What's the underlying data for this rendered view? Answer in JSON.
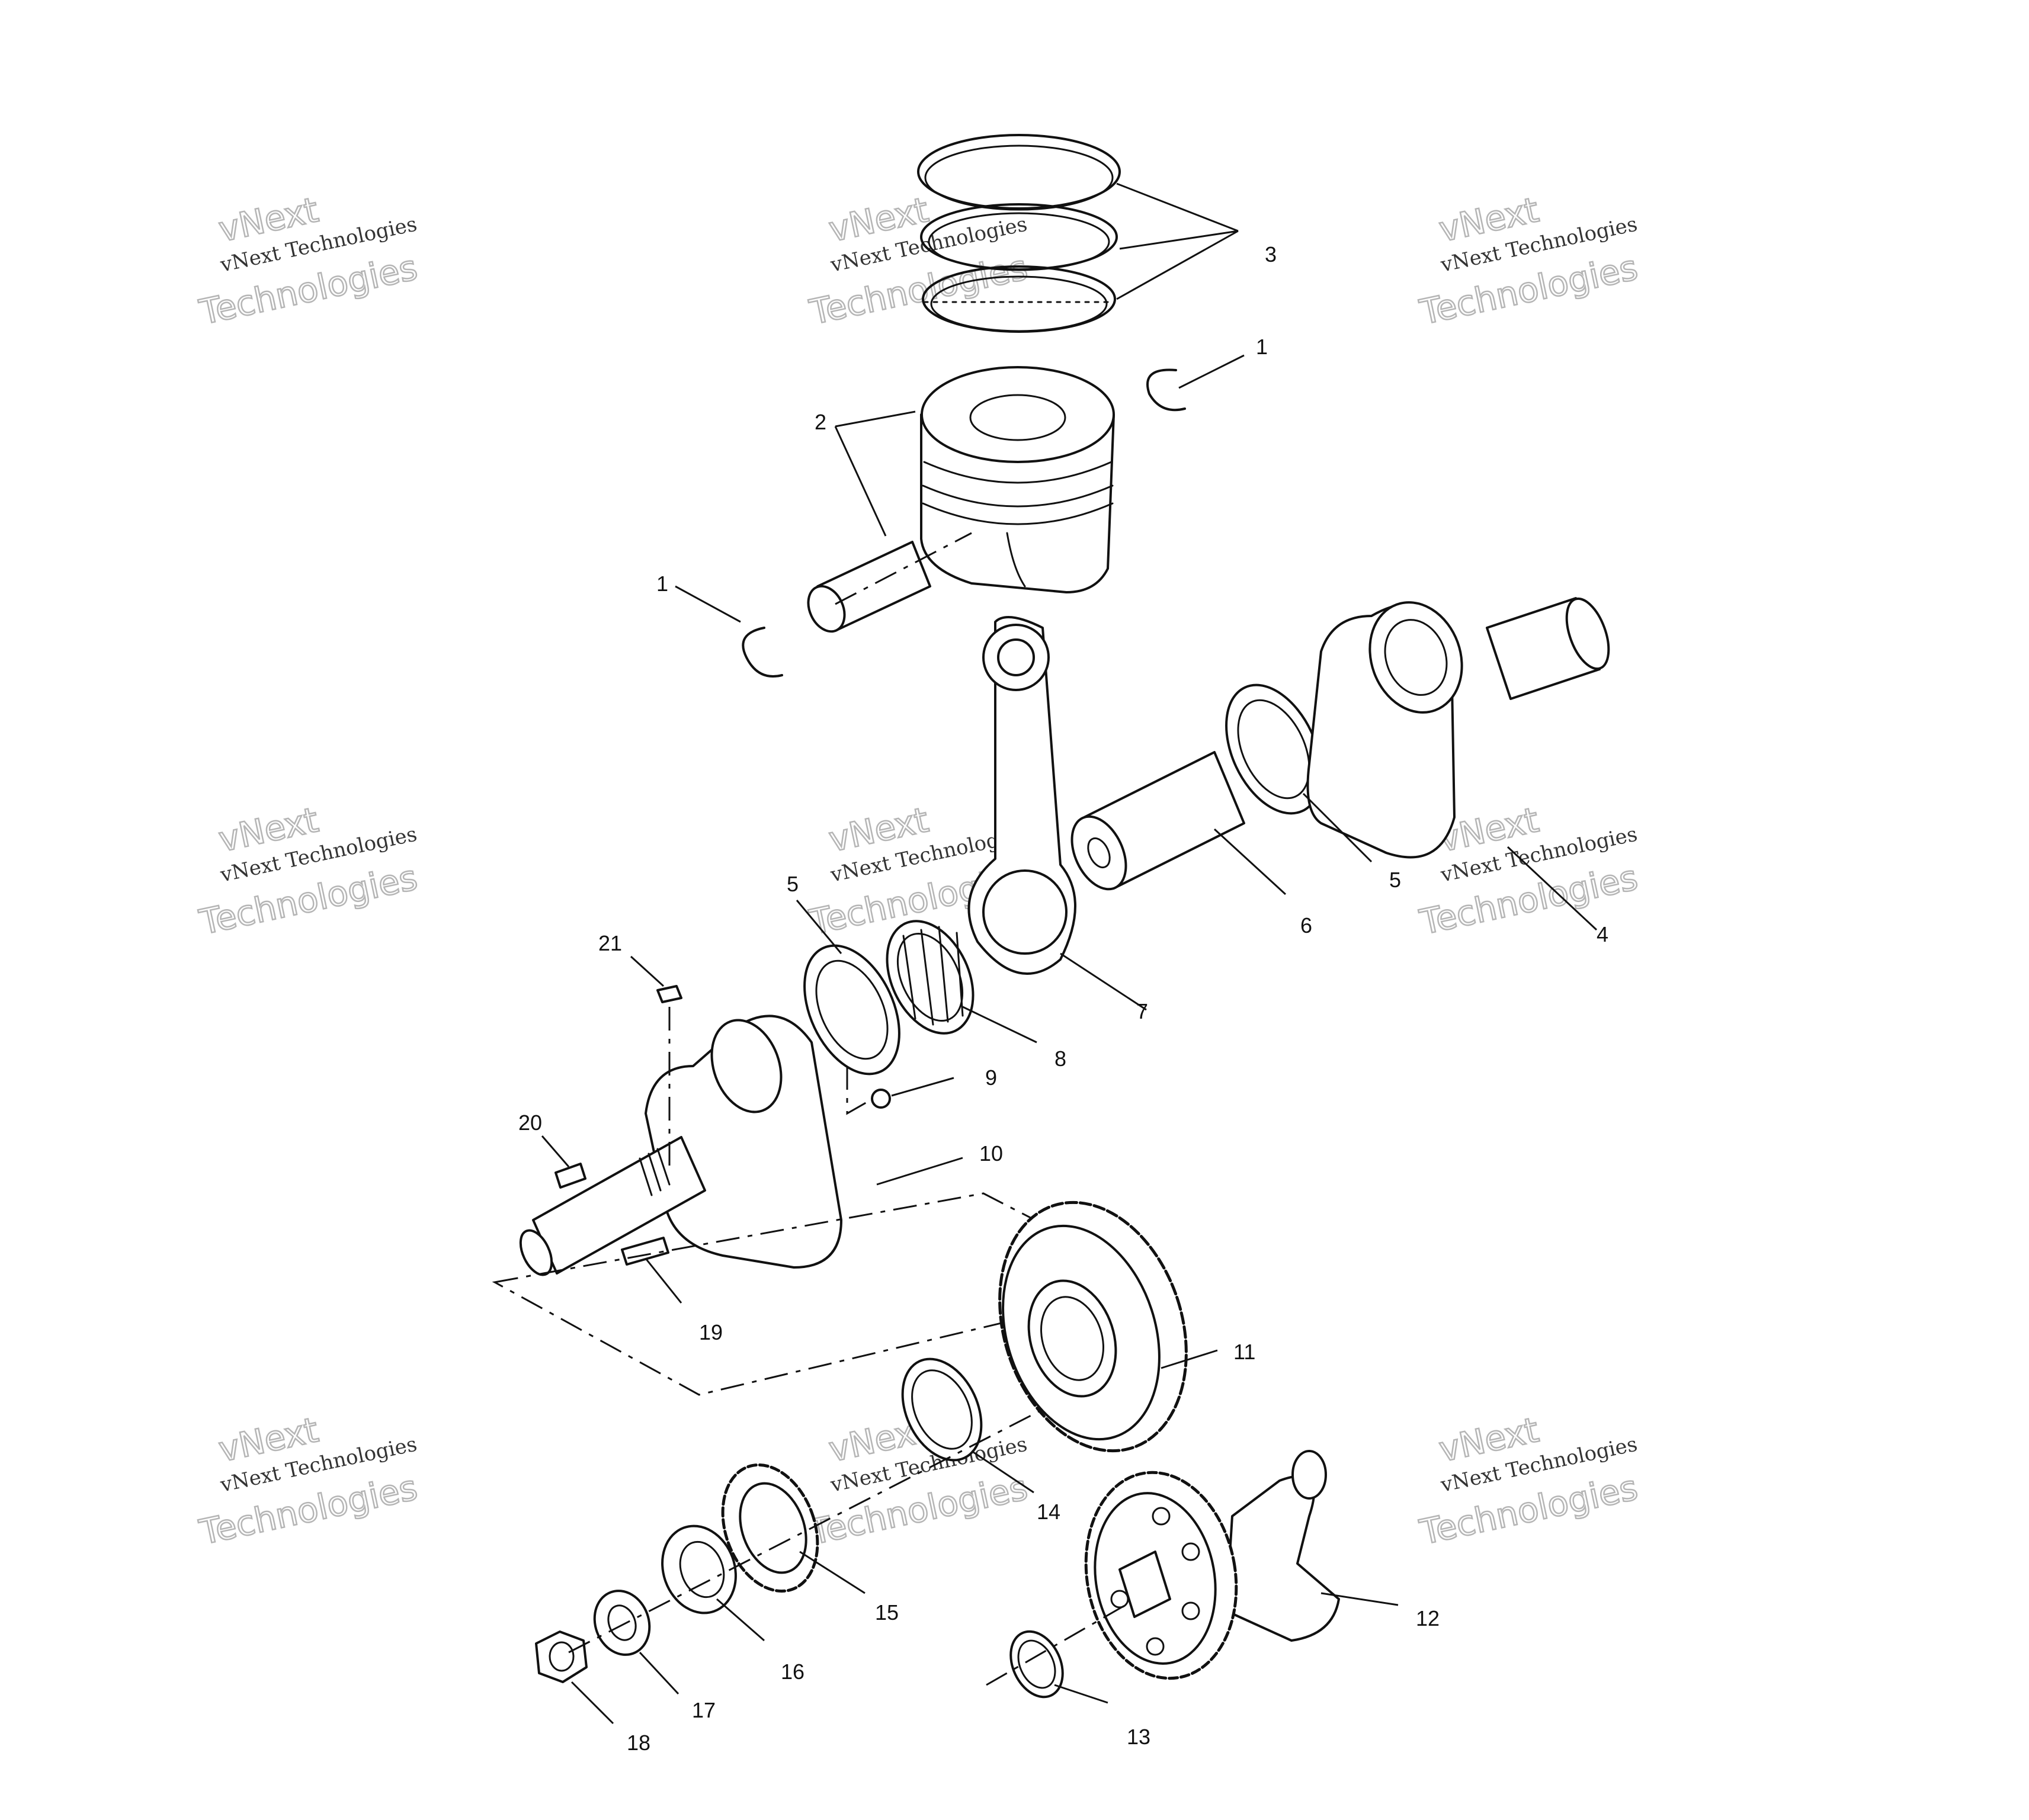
{
  "diagram": {
    "callouts": [
      "1",
      "1",
      "2",
      "3",
      "4",
      "5",
      "5",
      "6",
      "7",
      "8",
      "9",
      "10",
      "11",
      "12",
      "13",
      "14",
      "15",
      "16",
      "17",
      "18",
      "19",
      "20",
      "21"
    ],
    "watermark": {
      "line1": "vNext",
      "line2": "vNext Technologies",
      "line3": "Technologies"
    }
  }
}
